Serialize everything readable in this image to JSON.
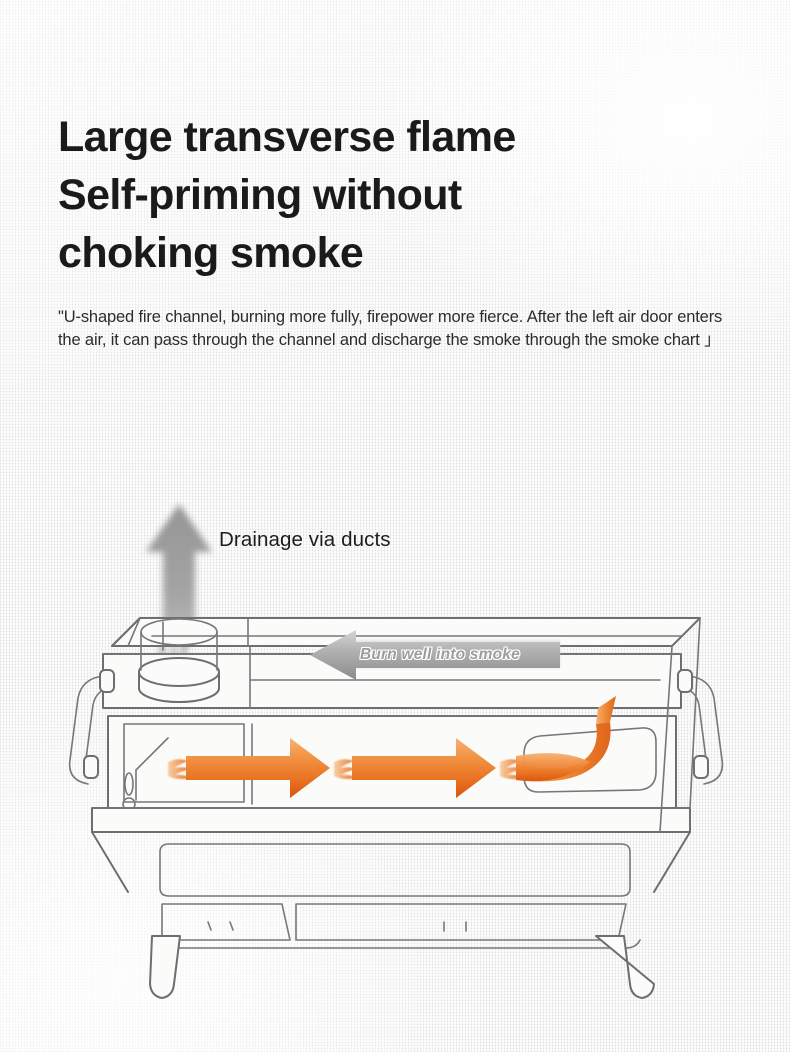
{
  "page": {
    "background_color": "#f3f3f2",
    "accent_orange": "#e8641b",
    "accent_orange_light": "#f6a860",
    "smoke_gray": "#9a9a9a",
    "line_color": "#6e6e72"
  },
  "heading": {
    "line1": "Large transverse flame",
    "line2": "Self-priming without",
    "line3": "choking smoke"
  },
  "body": {
    "paragraph": "\"U-shaped fire channel, burning more fully, firepower more fierce. After the left air door enters the air, it can pass through the channel and discharge the smoke through the smoke chart 」"
  },
  "illustration": {
    "drainage_label": "Drainage via ducts",
    "smoke_banner_label": "Burn well into smoke",
    "icons": {
      "smoke_arrow": "up-arrow-icon",
      "smoke_banner_arrow": "left-arrow-icon",
      "flame_arrow": "right-arrow-icon",
      "flame_uturn": "u-turn-flame-icon"
    }
  }
}
